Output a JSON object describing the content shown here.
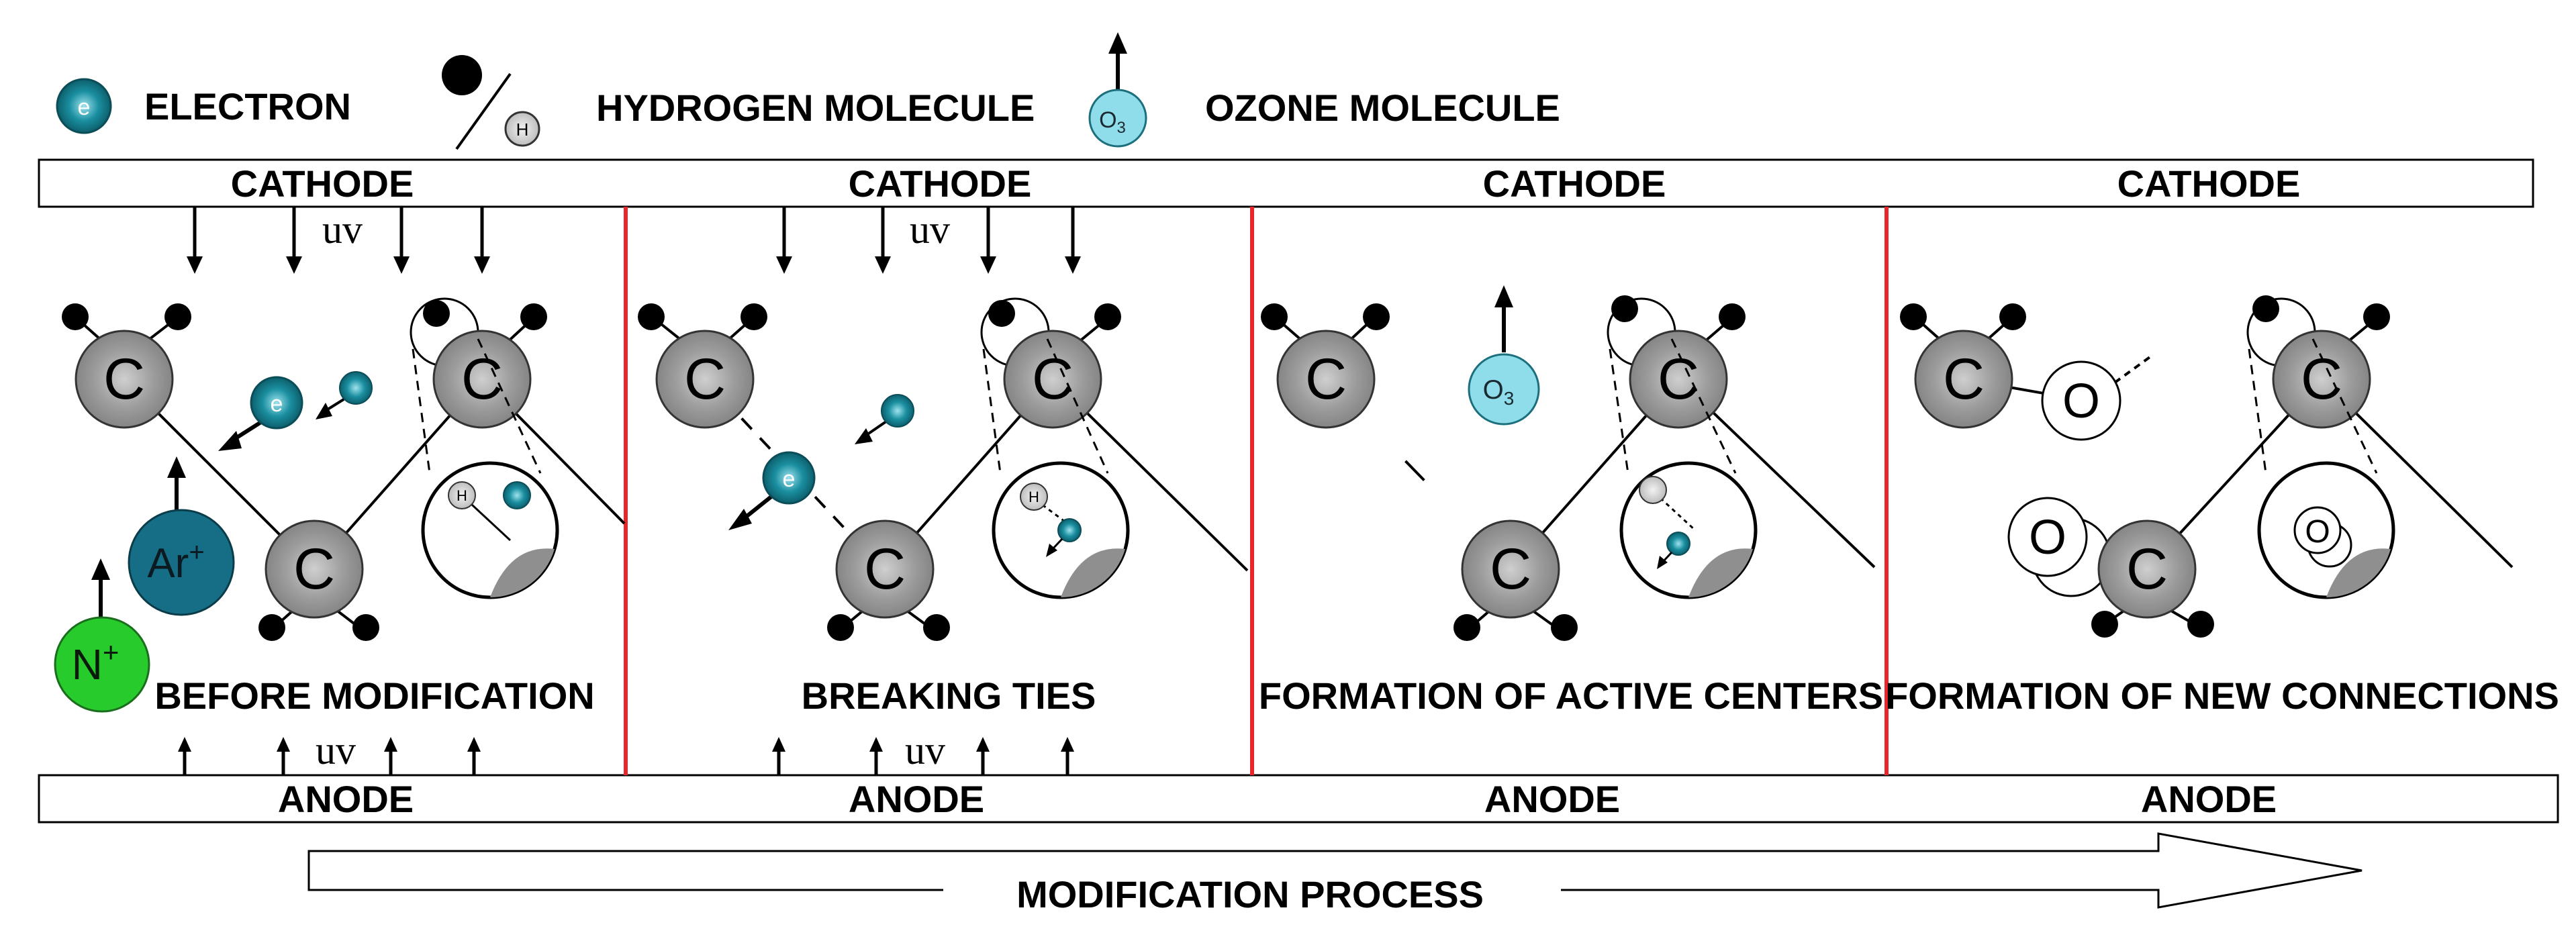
{
  "legend": {
    "electron_label": "ELECTRON",
    "electron_symbol": "e",
    "hydrogen_label": "HYDROGEN MOLECULE",
    "hydrogen_symbol": "H",
    "ozone_label": "OZONE MOLECULE",
    "ozone_symbol": "O",
    "ozone_subscript": "3"
  },
  "electrodes": {
    "cathode_label": "CATHODE",
    "anode_label": "ANODE"
  },
  "uv_label": "uv",
  "atoms": {
    "carbon": "C",
    "oxygen": "O",
    "argon": "Ar",
    "argon_charge": "+",
    "nitrogen": "N",
    "nitrogen_charge": "+"
  },
  "stages": [
    {
      "caption": "BEFORE MODIFICATION"
    },
    {
      "caption": "BREAKING TIES"
    },
    {
      "caption": "FORMATION OF ACTIVE CENTERS"
    },
    {
      "caption": "FORMATION OF NEW CONNECTIONS"
    }
  ],
  "process_label": "MODIFICATION PROCESS",
  "colors": {
    "electron": "#1a8fa0",
    "argon_ion": "#156e86",
    "nitrogen_ion": "#27cc2c",
    "ozone": "#8fdcea",
    "carbon": "#9a9a9a",
    "hydrogen": "#d6d6d6",
    "separator": "#e8262b",
    "bond": "#000000"
  }
}
